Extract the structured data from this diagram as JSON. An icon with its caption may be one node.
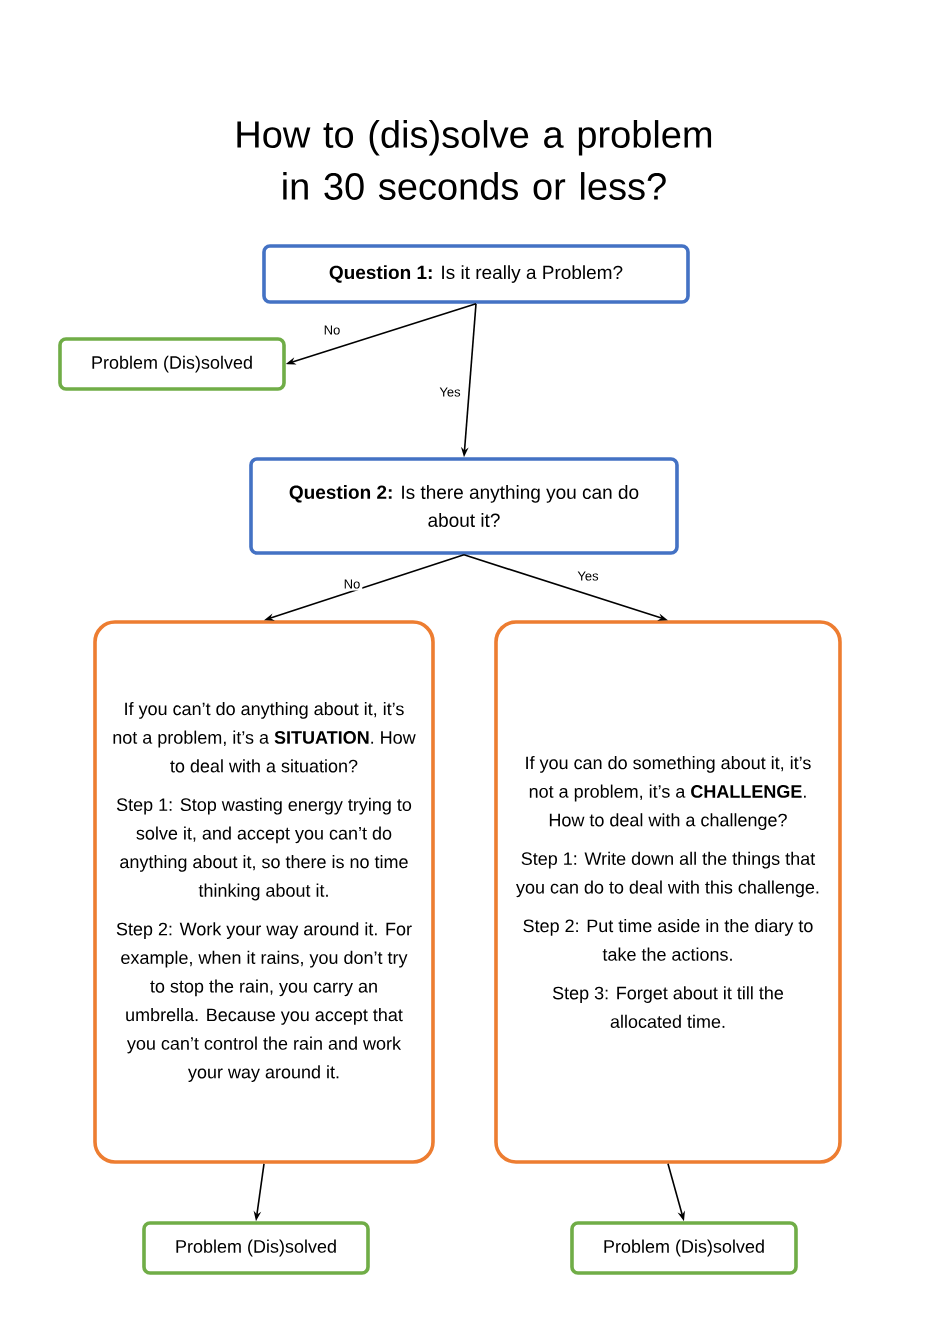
{
  "diagram": {
    "title": "How to (dis)solve a problem in 30 seconds or less?",
    "nodes": [
      {
        "text": [
          "**Question 1:** Is it really a Problem?"
        ]
      },
      {
        "text": [
          "Problem (Dis)solved"
        ]
      },
      {
        "text": [
          "**Question 2:** Is there anything you can do about it?"
        ]
      },
      {
        "text": [
          "If you can’t do anything about it, it’s not a problem, it’s a **SITUATION**. How to deal with a situation?",
          "Step 1: Stop wasting energy trying to solve it, and accept you can’t do anything about it, so there is no time thinking about it.",
          "Step 2: Work your way around it. For example, when it rains, you don’t try to stop the rain, you carry an umbrella. Because you accept that you can’t control the rain and work your way around it."
        ]
      },
      {
        "text": [
          "If you can do something about it, it’s not a problem, it’s a **CHALLENGE**. How to deal with a challenge?",
          "Step 1: Write down all the things that you can do to deal with this challenge.",
          "Step 2: Put time aside in the diary to take the actions.",
          "Step 3: Forget about it till the allocated time."
        ]
      },
      {
        "text": [
          "Problem (Dis)solved"
        ]
      },
      {
        "text": [
          "Problem (Dis)solved"
        ]
      }
    ],
    "edges": [
      {
        "from": 0,
        "to": 1,
        "arrow": "to",
        "label": "No"
      },
      {
        "from": 0,
        "to": 2,
        "arrow": "to",
        "label": "Yes"
      },
      {
        "from": 2,
        "to": 3,
        "arrow": "to",
        "label": "No"
      },
      {
        "from": 2,
        "to": 4,
        "arrow": "to",
        "label": "Yes"
      },
      {
        "from": 3,
        "to": 5,
        "arrow": "to"
      },
      {
        "from": 4,
        "to": 6,
        "arrow": "to"
      }
    ]
  }
}
